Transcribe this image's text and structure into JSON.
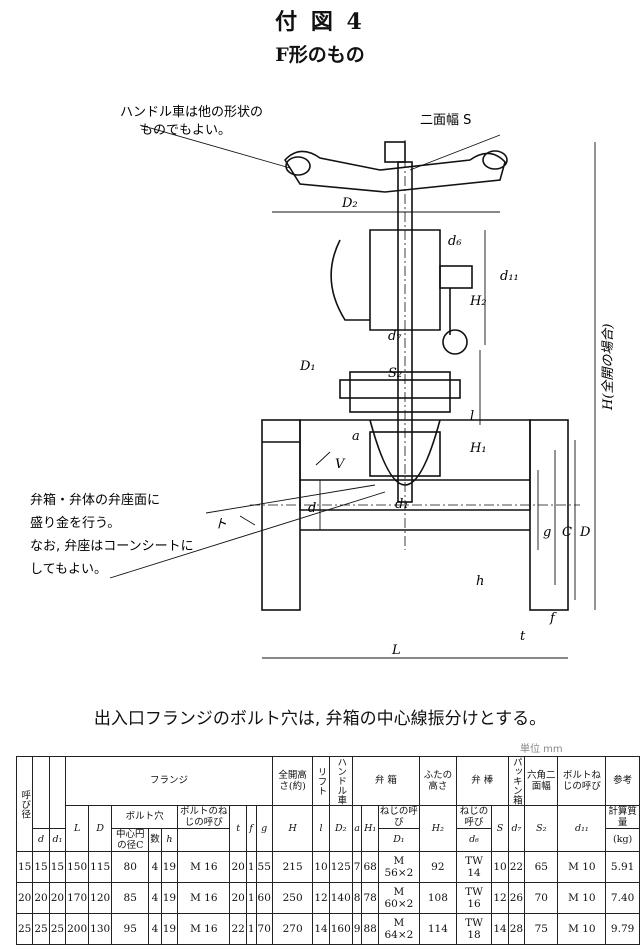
{
  "header": {
    "figure_title": "付 図 4",
    "subtitle": "F形のもの"
  },
  "drawing": {
    "callouts": {
      "handle_note_line1": "ハンドル車は他の形状の",
      "handle_note_line2": "ものでもよい。",
      "width_across_flats": "二面幅 S",
      "seat_note_line1": "弁箱・弁体の弁座面に",
      "seat_note_line2": "盛り金を行う。",
      "seat_note_line3": "なお, 弁座はコーンシートに",
      "seat_note_line4": "してもよい。"
    },
    "dims": {
      "D2": "D₂",
      "d6": "d₆",
      "d11": "d₁₁",
      "H2": "H₂",
      "d7": "d₇",
      "S2": "S₂",
      "D1": "D₁",
      "l": "l",
      "a": "a",
      "H1": "H₁",
      "V": "V",
      "h_mark": "ト",
      "d": "d",
      "d1": "d₁",
      "g": "g",
      "C": "C",
      "D": "D",
      "h": "h",
      "t": "t",
      "f": "f",
      "L": "L",
      "H_full": "H(全開の場合)"
    }
  },
  "note": "出入口フランジのボルト穴は, 弁箱の中心線振分けとする。",
  "unit_label": "単位 mm",
  "table": {
    "headers": {
      "nominal": "呼び径",
      "flange": "フランジ",
      "bolt_holes": "ボルト穴",
      "pcd": "中心円の径C",
      "count": "数",
      "bolt_thread": "ボルトのねじの呼び",
      "total_height": "全開高さ(約)",
      "lift": "リフト",
      "handwheel": "ハンドル車",
      "body": "弁 箱",
      "body_thread": "ねじの呼び",
      "cover_height": "ふたの高さ",
      "stem": "弁 棒",
      "stem_thread": "ねじの呼び",
      "packing_box": "パッキン箱",
      "hex_flats": "六角二面幅",
      "bolt_call": "ボルトねじの呼び",
      "reference": "参考",
      "mass": "計算質量",
      "kg": "(kg)",
      "sym_d": "d",
      "sym_d1": "d₁",
      "sym_L": "L",
      "sym_D": "D",
      "sym_h": "h",
      "sym_t": "t",
      "sym_f": "f",
      "sym_g": "g",
      "sym_H": "H",
      "sym_l": "l",
      "sym_D2": "D₂",
      "sym_a": "a",
      "sym_H1": "H₁",
      "sym_D1": "D₁",
      "sym_H2": "H₂",
      "sym_d6": "d₆",
      "sym_S": "S",
      "sym_d7": "d₇",
      "sym_S2": "S₂",
      "sym_d11": "d₁₁"
    },
    "rows": [
      [
        "15",
        "15",
        "15",
        "150",
        "115",
        "80",
        "4",
        "19",
        "M 16",
        "20",
        "1",
        "55",
        "215",
        "10",
        "125",
        "7",
        "68",
        "M 56×2",
        "92",
        "TW 14",
        "10",
        "22",
        "65",
        "M 10",
        "5.91"
      ],
      [
        "20",
        "20",
        "20",
        "170",
        "120",
        "85",
        "4",
        "19",
        "M 16",
        "20",
        "1",
        "60",
        "250",
        "12",
        "140",
        "8",
        "78",
        "M 60×2",
        "108",
        "TW 16",
        "12",
        "26",
        "70",
        "M 10",
        "7.40"
      ],
      [
        "25",
        "25",
        "25",
        "200",
        "130",
        "95",
        "4",
        "19",
        "M 16",
        "22",
        "1",
        "70",
        "270",
        "14",
        "160",
        "9",
        "88",
        "M 64×2",
        "114",
        "TW 18",
        "14",
        "28",
        "75",
        "M 10",
        "9.79"
      ]
    ]
  }
}
